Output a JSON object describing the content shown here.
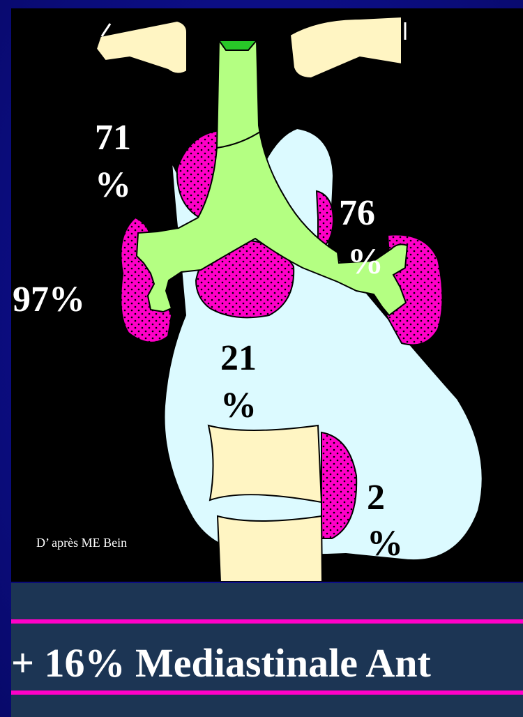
{
  "labels": {
    "upper_left_top": "71",
    "upper_left_bottom": "%",
    "upper_right_top": "76",
    "upper_right_bottom": "%",
    "left_side": "97%",
    "center_top": "21",
    "center_bottom": "%",
    "lower_right_top": "2",
    "lower_right_bottom": "%"
  },
  "credit": "D’ après ME Bein",
  "footer": {
    "text": "+ 16% Mediastinale Ant"
  },
  "colors": {
    "background": "#0b0c7a",
    "panel": "#000000",
    "footer_band": "#1c3554",
    "stripe": "#ff00c8",
    "lymph_node": "#ff00c8",
    "airway": "#b4ff82",
    "mediastinum": "#dcfaff",
    "bone": "#fff5c3"
  }
}
